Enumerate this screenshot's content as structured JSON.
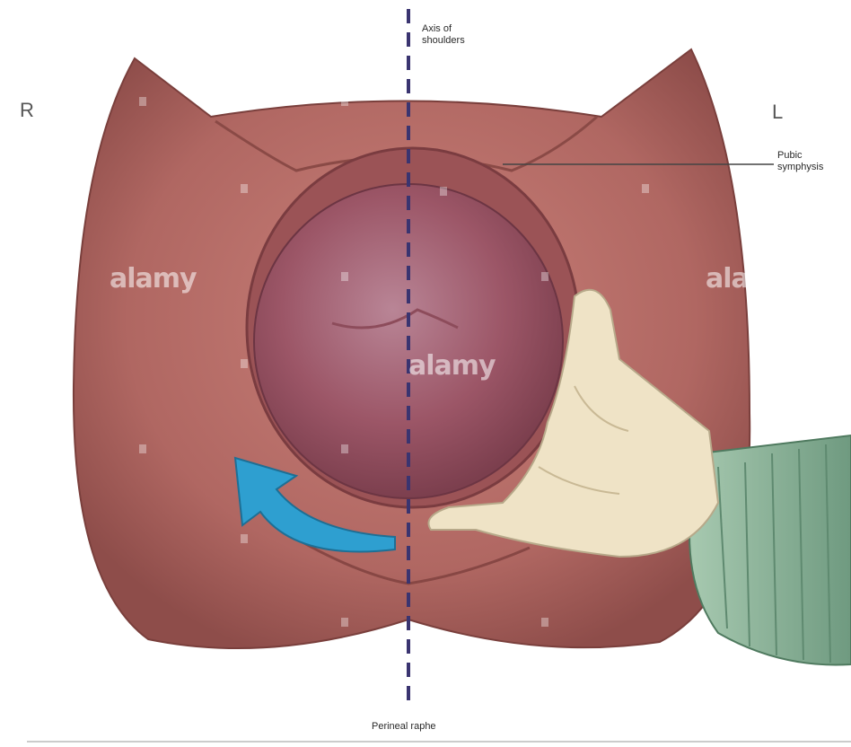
{
  "labels": {
    "right_side": "R",
    "left_side": "L",
    "axis_of_shoulders_line1": "Axis of",
    "axis_of_shoulders_line2": "shoulders",
    "pubic_symphysis_line1": "Pubic",
    "pubic_symphysis_line2": "symphysis",
    "perineal_raphe": "Perineal raphe"
  },
  "watermark": "alamy",
  "colors": {
    "skin": "#b9706a",
    "skin_dark": "#9a534f",
    "head": "#a8606f",
    "axis_line": "#3a3470",
    "arrow": "#2e9fd0",
    "glove": "#efe3c6",
    "sleeve": "#8fb79c"
  },
  "icons": [
    "curved-rotation-arrow-icon"
  ]
}
